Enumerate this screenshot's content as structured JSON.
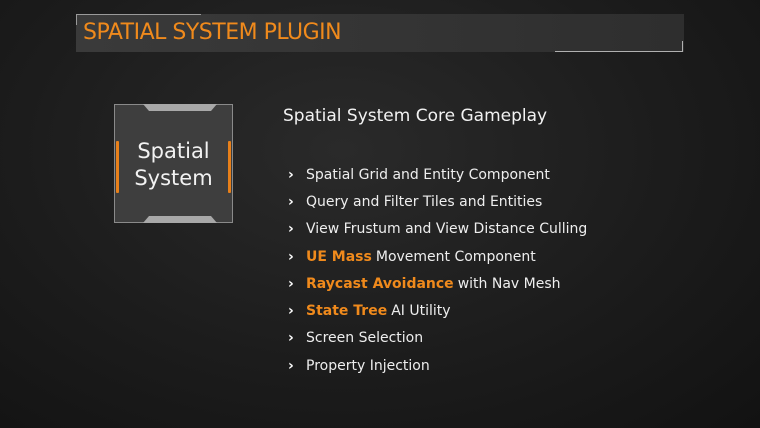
{
  "title": "SPATIAL SYSTEM PLUGIN",
  "logo": {
    "line1": "Spatial",
    "line2": "System"
  },
  "heading": "Spatial System Core Gameplay",
  "colors": {
    "accent": "#f08a1c",
    "background": "#1c1c1c",
    "text": "#eeeeee"
  },
  "features": [
    {
      "highlight": "",
      "text": "Spatial Grid and Entity Component"
    },
    {
      "highlight": "",
      "text": "Query and Filter Tiles and Entities"
    },
    {
      "highlight": "",
      "text": "View Frustum and View Distance Culling"
    },
    {
      "highlight": "UE Mass",
      "text": "Movement Component"
    },
    {
      "highlight": "Raycast Avoidance",
      "text": "with Nav Mesh"
    },
    {
      "highlight": "State Tree",
      "text": "AI Utility"
    },
    {
      "highlight": "",
      "text": "Screen Selection"
    },
    {
      "highlight": "",
      "text": "Property Injection"
    }
  ],
  "bullet_icon": "›"
}
